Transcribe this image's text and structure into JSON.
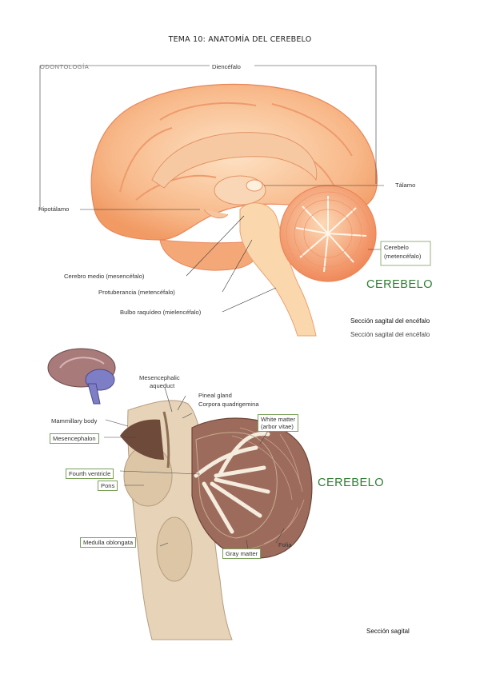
{
  "page": {
    "title": "TEMA 10: ANATOMÍA DEL CEREBELO"
  },
  "figure1": {
    "watermark": "ODONTOLOGÍA",
    "labels": {
      "diencefalo": "Diencéfalo",
      "talamo": "Tálamo",
      "hipotalamo": "Hipotálamo",
      "cerebelo": "Cerebelo",
      "metencefalo": "(metencéfalo)",
      "cerebro_medio": "Cerebro medio (mesencéfalo)",
      "protuberancia": "Protuberancia (metencéfalo)",
      "bulbo": "Bulbo raquídeo (mielencéfalo)"
    },
    "heading": "CEREBELO",
    "caption": "Sección sagital del encéfalo",
    "caption_overlap": "Sección sagital del encéfalo"
  },
  "figure2": {
    "labels": {
      "mesencephalic": "Mesencephalic",
      "aqueduct": "aqueduct",
      "pineal": "Pineal gland",
      "corpora": "Corpora quadrigemina",
      "mammillary": "Mammillary body",
      "white_matter": "White matter",
      "arbor": "(arbor vitae)",
      "mesencephalon": "Mesencephalon",
      "fourth_ventricle": "Fourth ventricle",
      "pons": "Pons",
      "medulla": "Medulla oblongata",
      "folia": "Folia",
      "gray_matter": "Gray matter"
    },
    "heading": "CEREBELO",
    "caption": "Sección sagital"
  }
}
